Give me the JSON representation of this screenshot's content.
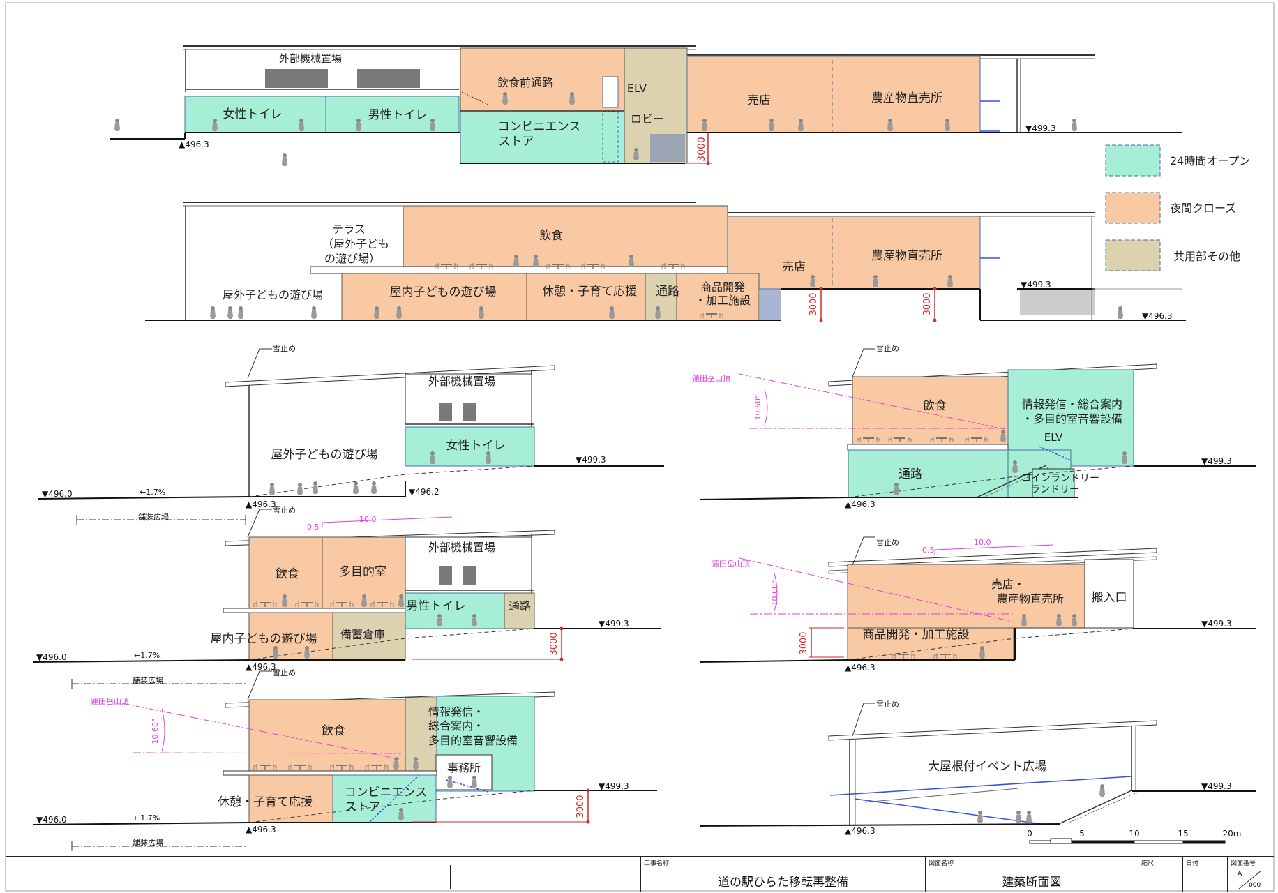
{
  "colors": {
    "open24": "#a6efd6",
    "closed_night": "#f9c9a4",
    "shared": "#ddd2b0",
    "dimension_red": "#d32a2a",
    "mountain_pink": "#e43fd9",
    "blue_line": "#3355dd"
  },
  "legend": {
    "open24": "24時間オープン",
    "closed_night": "夜間クローズ",
    "shared": "共用部その他"
  },
  "section_a": {
    "outdoor_machine": "外部機械置場",
    "women_toilet": "女性トイレ",
    "men_toilet": "男性トイレ",
    "dining_passage": "飲食前通路",
    "convenience_1": "コンビニエンス",
    "convenience_2": "ストア",
    "elv": "ELV",
    "lobby": "ロビー",
    "shop": "売店",
    "farm_market": "農産物直売所",
    "level_left": "▲496.3",
    "level_right": "▼499.3",
    "dim": "3000"
  },
  "section_b": {
    "terrace_1": "テラス",
    "terrace_2": "（屋外子ども",
    "terrace_3": "の遊び場）",
    "dining": "飲食",
    "shop": "売店",
    "farm_market": "農産物直売所",
    "outdoor_play": "屋外子どもの遊び場",
    "indoor_play": "屋内子どもの遊び場",
    "rest_childcare": "休憩・子育て応援",
    "passage": "通路",
    "product_dev_1": "商品開発",
    "product_dev_2": "・加工施設",
    "level_mid": "▼499.3",
    "level_right": "▼496.3",
    "dim1": "3000",
    "dim2": "3000"
  },
  "section_c": {
    "snow_stop": "雪止め",
    "outdoor_machine": "外部機械置場",
    "outdoor_play": "屋外子どもの遊び場",
    "women_toilet": "女性トイレ",
    "level_right": "▼499.3",
    "level_left": "▼496.0",
    "slope": "←1.7%",
    "level_step": "▼496.2",
    "level_base": "▲496.3",
    "paved_plaza": "舗装広場"
  },
  "section_d": {
    "snow_stop": "雪止め",
    "slope_a": "0.5",
    "slope_b": "10.0",
    "dining": "飲食",
    "multipurpose": "多目的室",
    "outdoor_machine": "外部機械置場",
    "men_toilet": "男性トイレ",
    "passage": "通路",
    "indoor_play": "屋内子どもの遊び場",
    "storage": "備蓄倉庫",
    "level_right": "▼499.3",
    "level_left": "▼496.0",
    "slope": "←1.7%",
    "level_base": "▲496.3",
    "paved_plaza": "舗装広場",
    "dim": "3000"
  },
  "section_e": {
    "snow_stop": "雪止め",
    "mountain": "蓮田岳山頂",
    "angle": "10.60°",
    "dining": "飲食",
    "info_1": "情報発信・",
    "info_2": "総合案内・",
    "info_3": "多目的室音響設備",
    "office": "事務所",
    "rest_childcare": "休憩・子育て応援",
    "convenience_1": "コンビニエンス",
    "convenience_2": "ストア",
    "level_right": "▼499.3",
    "level_left": "▼496.0",
    "slope": "←1.7%",
    "level_base": "▲496.3",
    "paved_plaza": "舗装広場",
    "dim": "3000"
  },
  "section_f": {
    "snow_stop": "雪止め",
    "mountain": "蓮田岳山頂",
    "angle": "10.60°",
    "dining": "飲食",
    "info_1": "情報発信・総合案内",
    "info_2": "・多目的室音響設備",
    "elv": "ELV",
    "passage": "通路",
    "laundry_1": "コインランドリー",
    "laundry_2": "ランドリー",
    "level_right": "▼499.3",
    "level_base": "▲496.3"
  },
  "section_g": {
    "snow_stop": "雪止め",
    "slope_a": "0.5",
    "slope_b": "10.0",
    "mountain": "蓮田岳山頂",
    "angle": "10.60°",
    "shop_1": "売店・",
    "shop_2": "農産物直売所",
    "loading": "搬入口",
    "product_dev": "商品開発・加工施設",
    "level_right": "▼499.3",
    "level_base": "▲496.3",
    "dim": "3000"
  },
  "section_h": {
    "snow_stop": "雪止め",
    "event_plaza": "大屋根付イベント広場",
    "level_right": "▼499.3",
    "level_base": "▲496.3"
  },
  "scale_bar": {
    "t0": "0",
    "t5": "5",
    "t10": "10",
    "t15": "15",
    "t20": "20m"
  },
  "title_block": {
    "project_label": "工事名称",
    "project": "道の駅ひらた移転再整備",
    "drawing_label": "図面名称",
    "drawing": "建築断面図",
    "scale_label": "縮尺",
    "date_label": "日付",
    "number_label": "図面番号",
    "number_prefix": "A",
    "number": "000"
  }
}
